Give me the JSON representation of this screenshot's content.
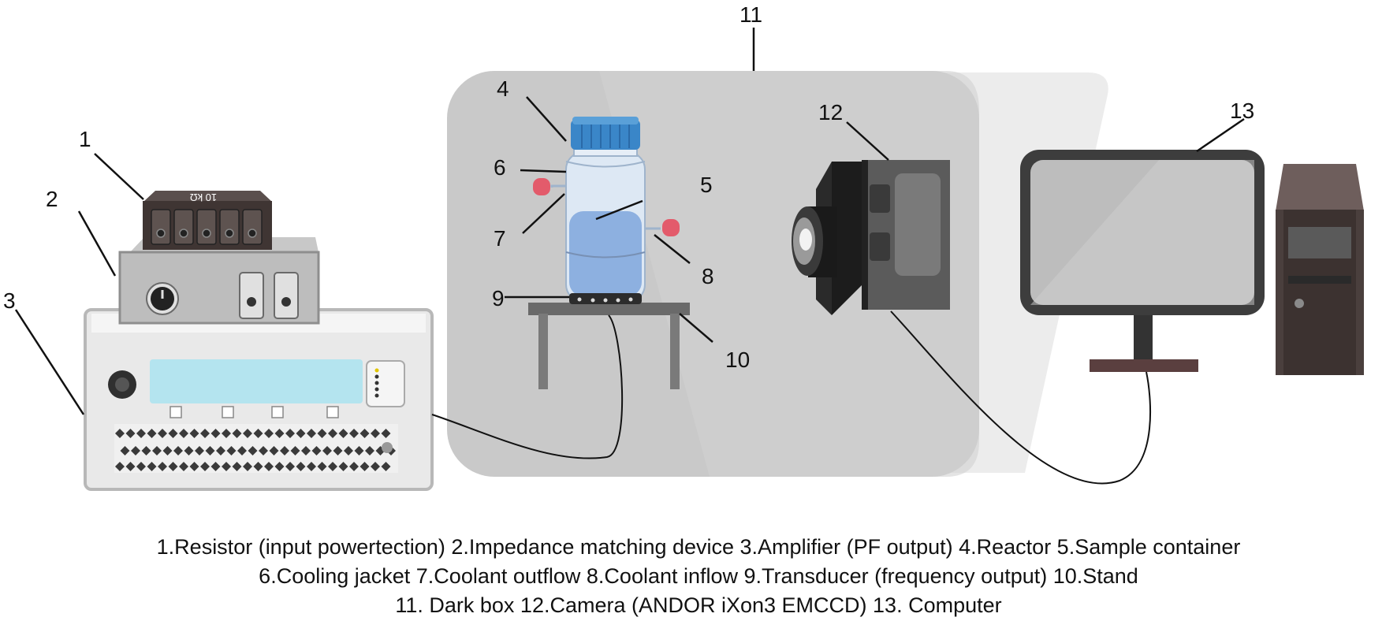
{
  "labels": {
    "n1": "1",
    "n2": "2",
    "n3": "3",
    "n4": "4",
    "n5": "5",
    "n6": "6",
    "n7": "7",
    "n8": "8",
    "n9": "9",
    "n10": "10",
    "n11": "11",
    "n12": "12",
    "n13": "13"
  },
  "resistor": {
    "marking": "10 kΩ"
  },
  "caption": {
    "line1": "1.Resistor (input powertection) 2.Impedance matching device 3.Amplifier (PF output) 4.Reactor 5.Sample container",
    "line2": "6.Cooling jacket 7.Coolant outflow 8.Coolant inflow 9.Transducer (frequency output) 10.Stand",
    "line3": "11. Dark box 12.Camera (ANDOR iXon3 EMCCD) 13. Computer"
  },
  "colors": {
    "dark_box": "#c9c9c9",
    "reactor_cap": "#3a86c8",
    "sample_liquid": "#7fa6dc",
    "coolant_port": "#e35b6b",
    "display": "#b4e4ef",
    "device_body": "#e9e9e9",
    "resistor_body": "#3f3533",
    "monitor_frame": "#3d3d3d",
    "monitor_screen": "#bdbdbd",
    "tower": "#4a3f3d"
  }
}
